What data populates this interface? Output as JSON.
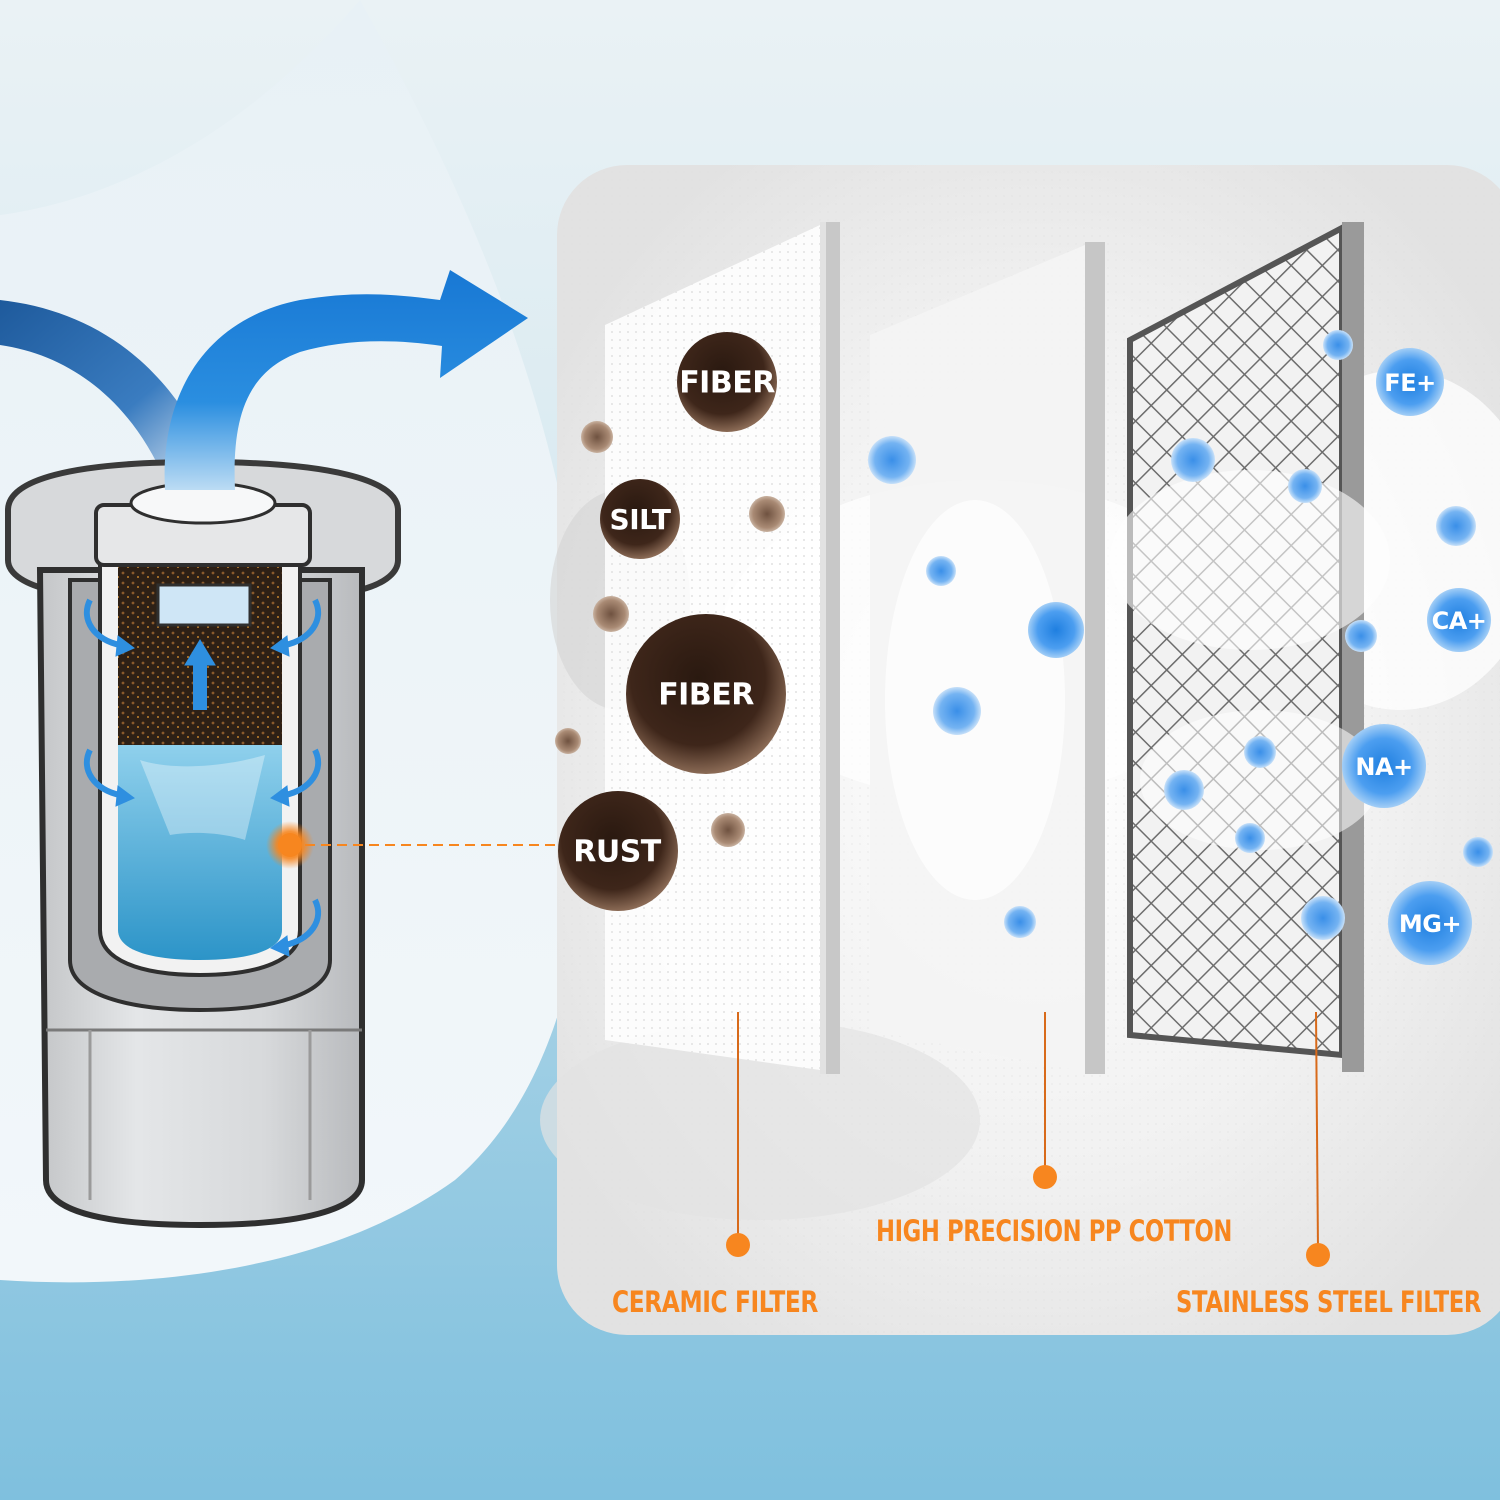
{
  "diagram": {
    "particles": [
      {
        "label": "FIBER"
      },
      {
        "label": "SILT"
      },
      {
        "label": "FIBER"
      },
      {
        "label": "RUST"
      }
    ],
    "ions": [
      {
        "label": "FE+"
      },
      {
        "label": "CA+"
      },
      {
        "label": "NA+"
      },
      {
        "label": "MG+"
      }
    ],
    "layers": [
      {
        "label": "CERAMIC FILTER"
      },
      {
        "label": "HIGH PRECISION PP COTTON"
      },
      {
        "label": "STAINLESS STEEL FILTER"
      }
    ],
    "colors": {
      "accent": "#f7861f",
      "water_blue": "#2e8fe0",
      "background_blue": "#83c4e0",
      "particle_brown": "#3a2418"
    }
  }
}
